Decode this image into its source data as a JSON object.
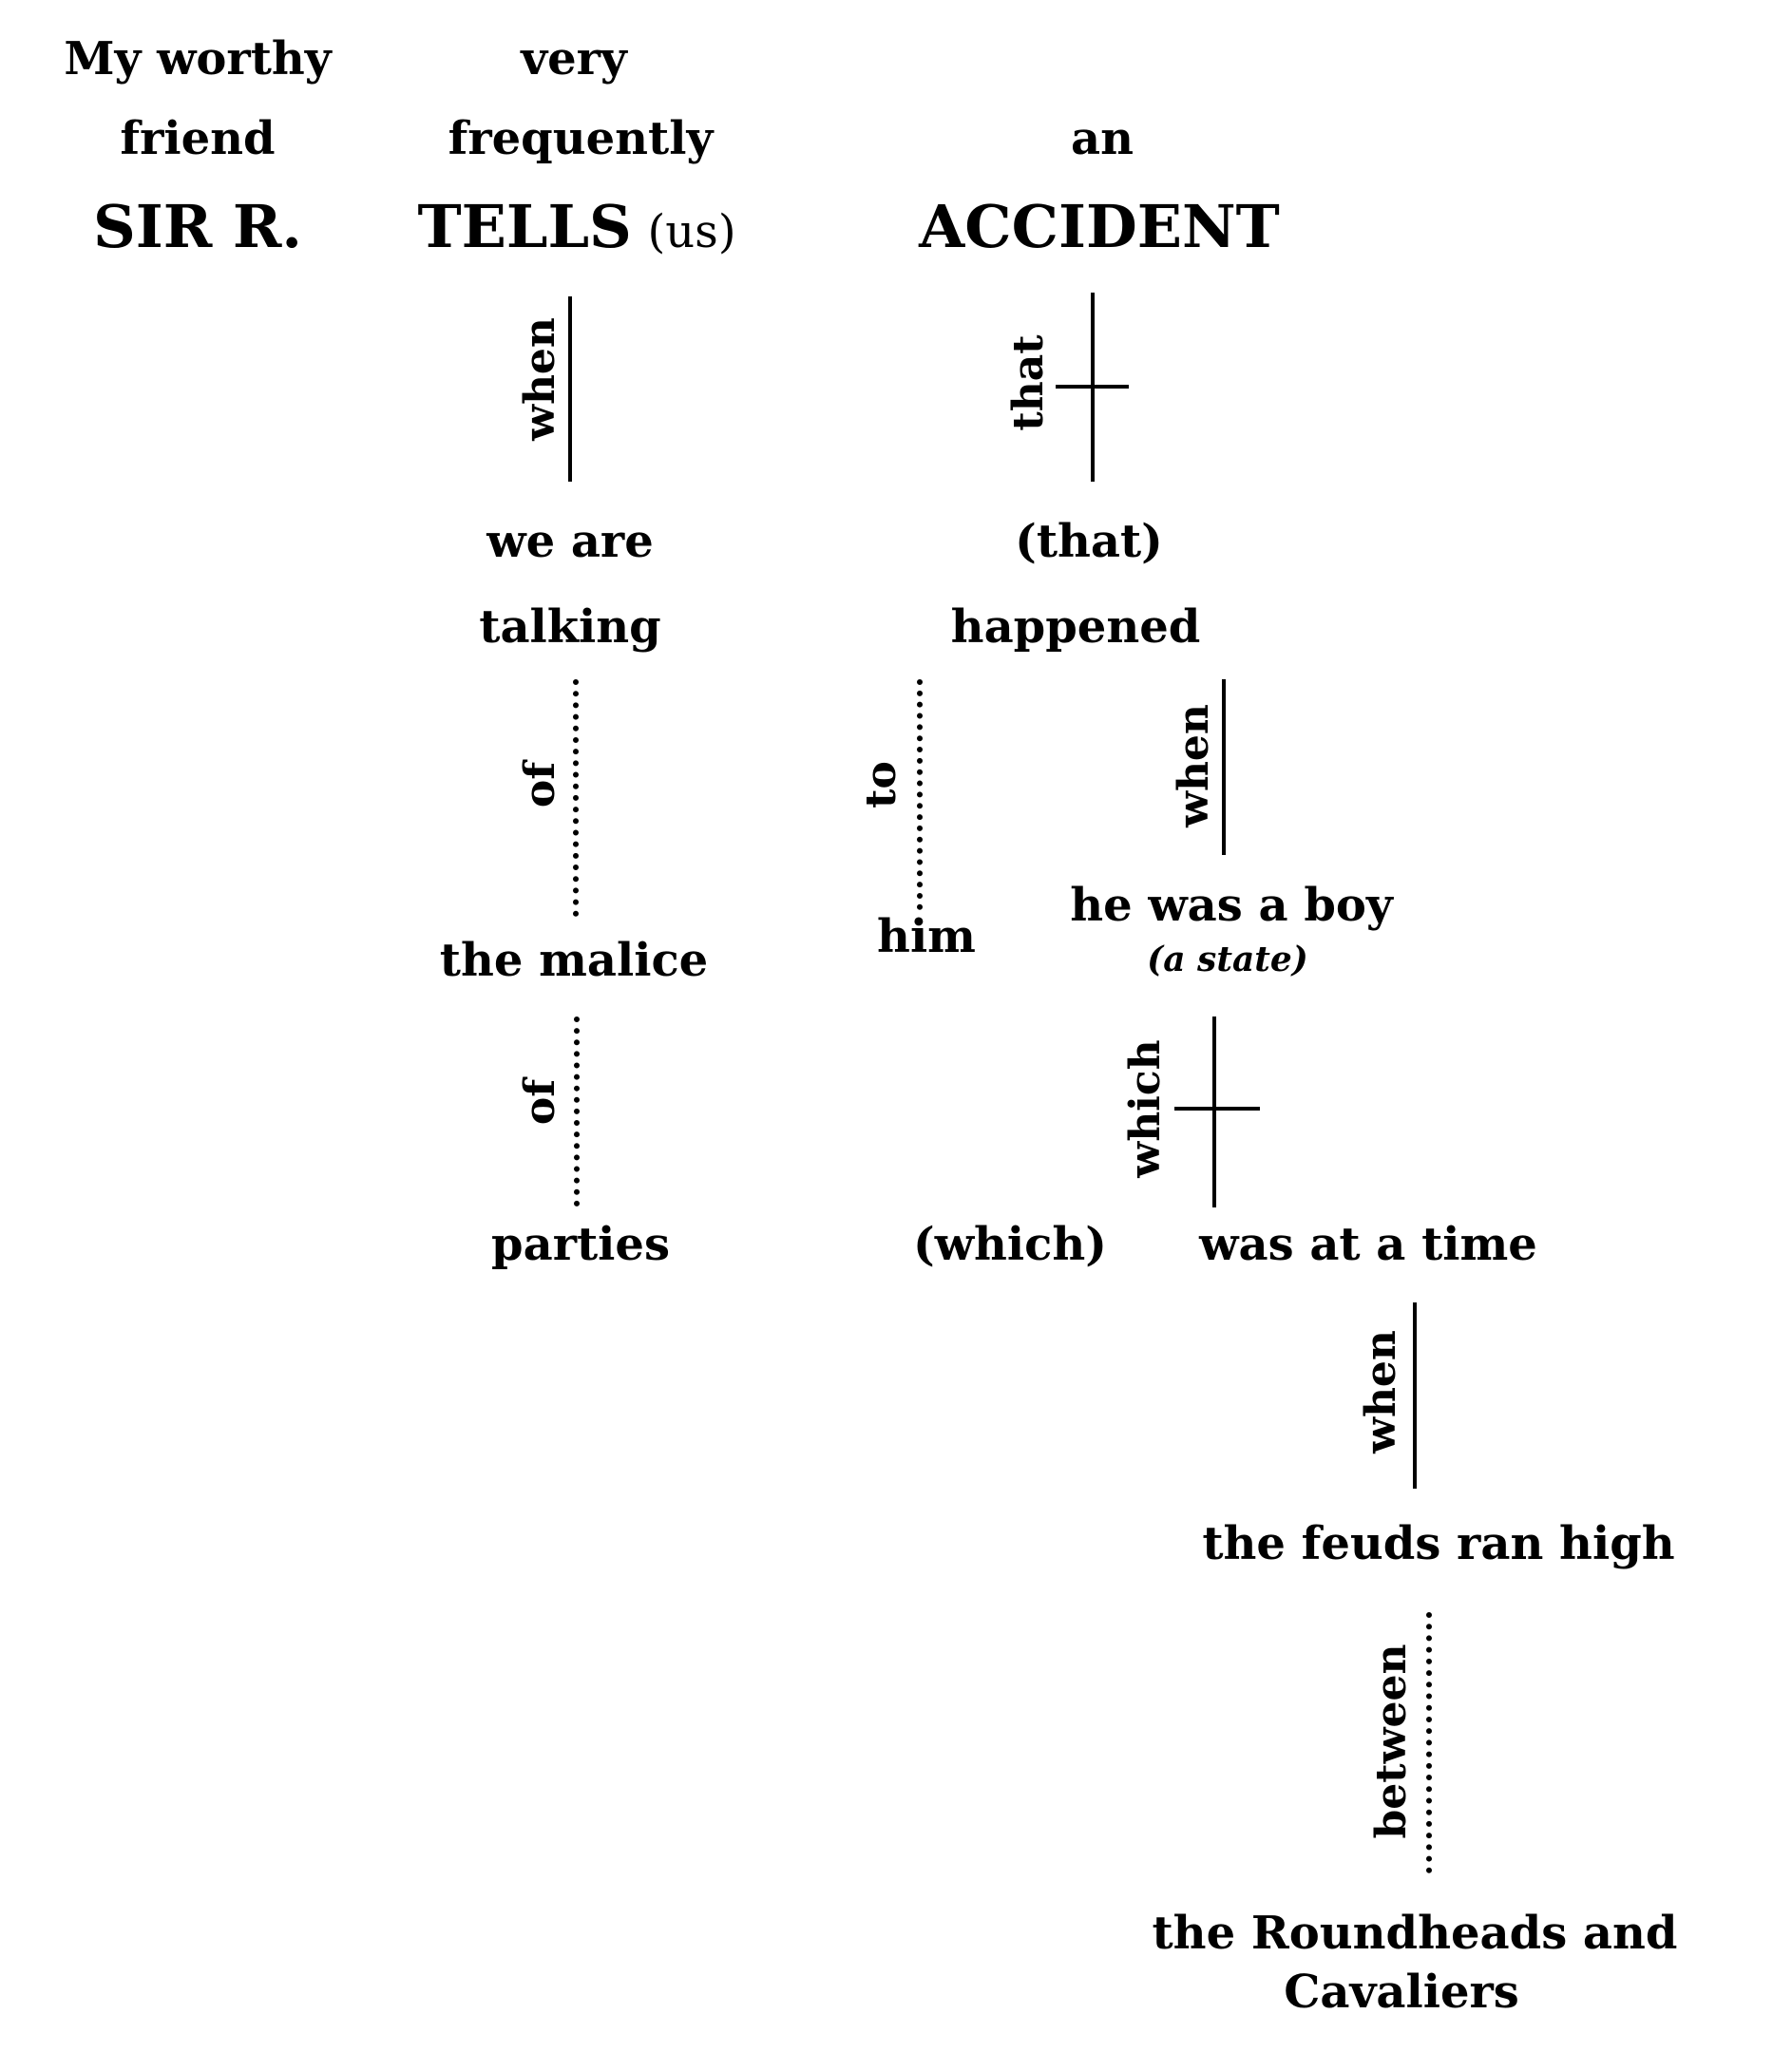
{
  "subject": {
    "modifiers": [
      "My worthy",
      "friend"
    ],
    "word": "SIR R."
  },
  "predicate": {
    "modifiers": [
      "very",
      "frequently"
    ],
    "word": "TELLS",
    "implied": "(us)"
  },
  "object": {
    "modifier": "an",
    "word": "ACCIDENT"
  },
  "clause_when_1": {
    "connector": "when",
    "line1": "we are",
    "line2": "talking"
  },
  "prep_of_1": {
    "preposition": "of",
    "object": "the malice"
  },
  "prep_of_2": {
    "preposition": "of",
    "object": "parties"
  },
  "clause_that": {
    "connector": "that",
    "subject": "(that)",
    "verb": "happened"
  },
  "prep_to": {
    "preposition": "to",
    "object": "him"
  },
  "clause_when_2": {
    "connector": "when",
    "text": "he was a boy",
    "note": "(a state)"
  },
  "clause_which": {
    "connector": "which",
    "subject": "(which)",
    "predicate": "was at a time"
  },
  "clause_when_3": {
    "connector": "when",
    "text": "the feuds ran high"
  },
  "prep_between": {
    "preposition": "between",
    "line1": "the Roundheads and",
    "line2": "Cavaliers"
  }
}
